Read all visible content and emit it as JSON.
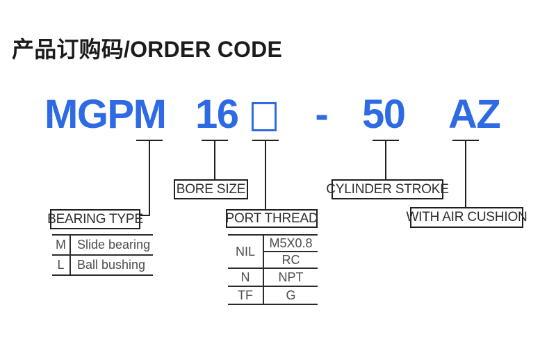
{
  "title": "产品订购码/ORDER CODE",
  "order_code": {
    "color": "#2d6ae3",
    "prefix": "MGPM",
    "bore": "16",
    "dash": "-",
    "stroke": "50",
    "suffix": "AZ"
  },
  "callouts": {
    "bearing_type": "BEARING TYPE",
    "bore_size": "BORE SIZE",
    "port_thread": "PORT THREAD",
    "cylinder_stroke": "CYLINDER STROKE",
    "air_cushion": "WITH AIR CUSHION"
  },
  "bearing_table": {
    "rows": [
      {
        "code": "M",
        "desc": "Slide bearing"
      },
      {
        "code": "L",
        "desc": "Ball bushing"
      }
    ]
  },
  "port_thread_table": {
    "merged_row": {
      "code": "NIL",
      "descs": [
        "M5X0.8",
        "RC"
      ]
    },
    "rows": [
      {
        "code": "N",
        "desc": "NPT"
      },
      {
        "code": "TF",
        "desc": "G"
      }
    ]
  }
}
